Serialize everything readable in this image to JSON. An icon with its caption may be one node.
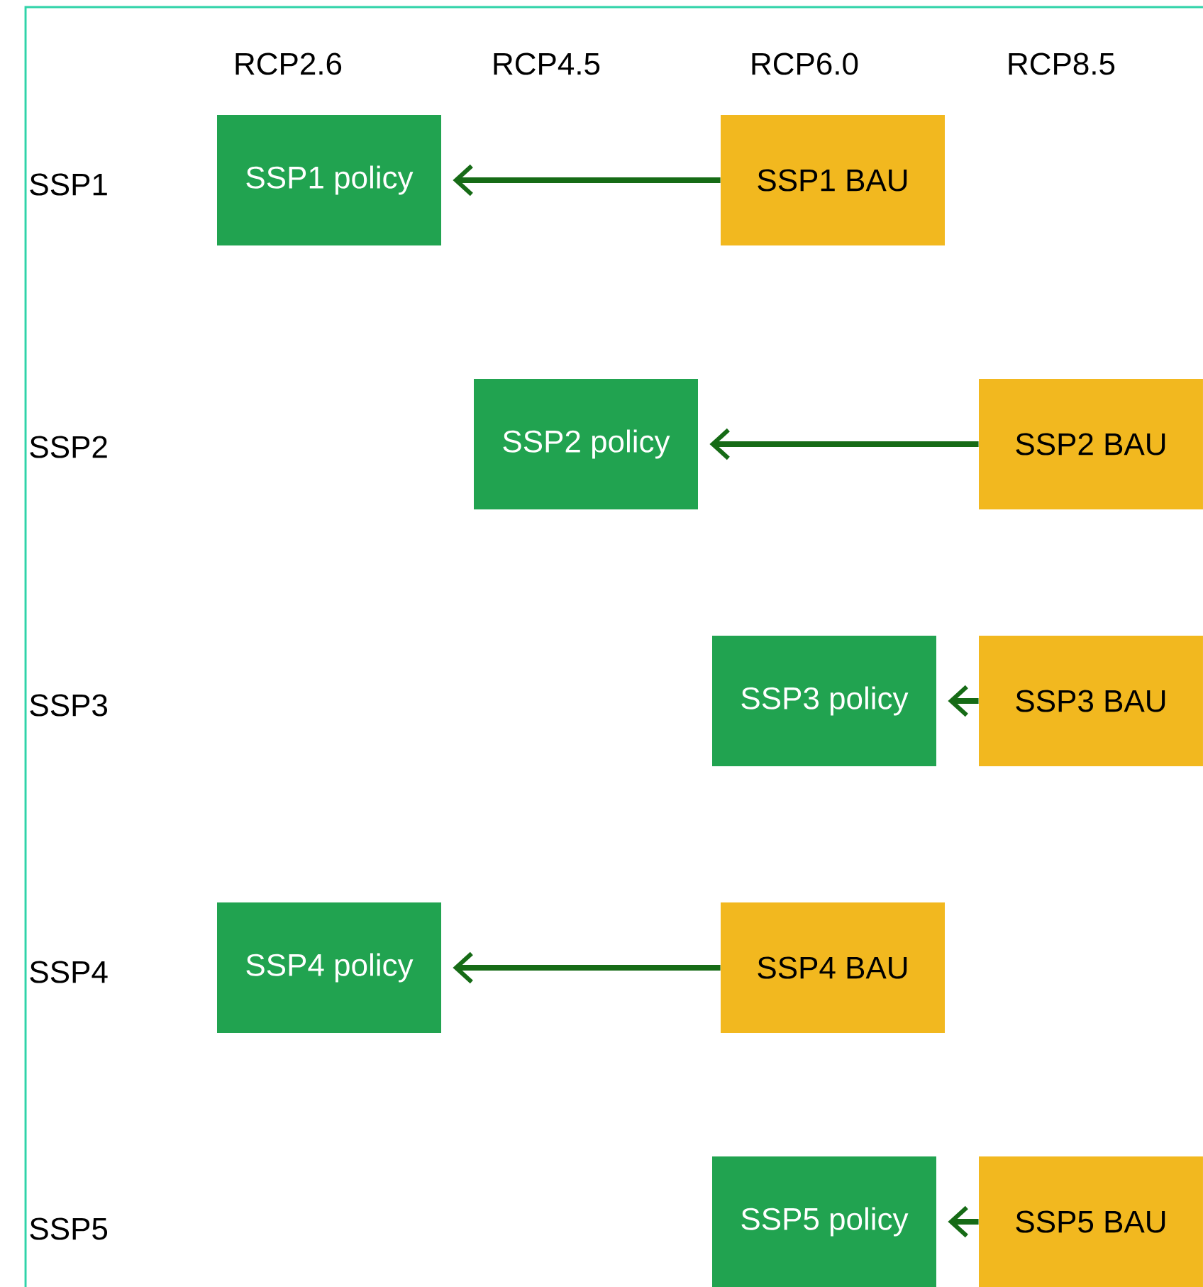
{
  "diagram": {
    "nodes": [
      {
        "text": [
          "SSP1 policy"
        ]
      },
      {
        "text": [
          "SSP1 BAU"
        ]
      },
      {
        "text": [
          "SSP2 policy"
        ]
      },
      {
        "text": [
          "SSP2 BAU"
        ]
      },
      {
        "text": [
          "SSP3 policy"
        ]
      },
      {
        "text": [
          "SSP3 BAU"
        ]
      },
      {
        "text": [
          "SSP4 policy"
        ]
      },
      {
        "text": [
          "SSP4 BAU"
        ]
      },
      {
        "text": [
          "SSP5 policy"
        ]
      },
      {
        "text": [
          "SSP5 BAU"
        ]
      }
    ],
    "edges": [
      {
        "from": 1,
        "to": 0,
        "arrow": "to"
      },
      {
        "from": 3,
        "to": 2,
        "arrow": "to"
      },
      {
        "from": 5,
        "to": 4,
        "arrow": "to"
      },
      {
        "from": 7,
        "to": 6,
        "arrow": "to"
      },
      {
        "from": 9,
        "to": 8,
        "arrow": "to"
      }
    ],
    "labels": [
      "RCP2.6",
      "RCP4.5",
      "RCP6.0",
      "RCP8.5",
      "SSP1",
      "SSP2",
      "SSP3",
      "SSP4",
      "SSP5"
    ]
  }
}
